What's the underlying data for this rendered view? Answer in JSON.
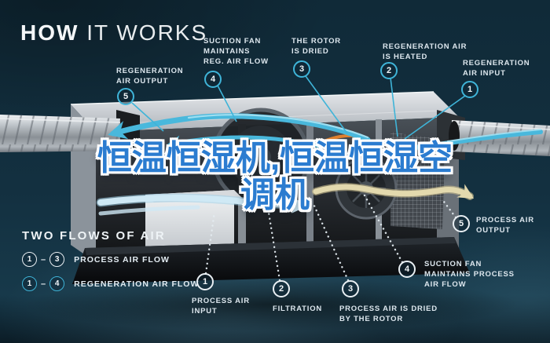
{
  "title": {
    "strong": "HOW",
    "light": " IT WORKS"
  },
  "overlay": {
    "full_text": "恒温恒湿机,恒温恒湿空调机",
    "line1": "恒温恒湿机,恒温恒湿空",
    "line2": "调机",
    "color": "#2b7cd0"
  },
  "colors": {
    "background": "#133040",
    "accent_cyan": "#3fb4d8",
    "badge_white": "#e9eff3",
    "overlay_blue": "#2b7cd0",
    "process_output_beige": "#e3d9ae",
    "heater_orange": "#e0812f"
  },
  "legend": {
    "heading": "TWO FLOWS OF AIR",
    "separator": "–",
    "rows": [
      {
        "start": "1",
        "end": "3",
        "label": "PROCESS AIR FLOW"
      },
      {
        "start": "1",
        "end": "4",
        "label": "REGENERATION AIR FLOW"
      }
    ]
  },
  "callouts": {
    "regen": [
      {
        "num": "5",
        "line1": "REGENERATION",
        "line2": "AIR OUTPUT"
      },
      {
        "num": "4",
        "line1": "SUCTION FAN",
        "line2": "MAINTAINS",
        "line3": "REG. AIR FLOW"
      },
      {
        "num": "3",
        "line1": "THE ROTOR",
        "line2": "IS DRIED"
      },
      {
        "num": "2",
        "line1": "REGENERATION AIR",
        "line2": "IS HEATED"
      },
      {
        "num": "1",
        "line1": "REGENERATION",
        "line2": "AIR INPUT"
      }
    ],
    "process": [
      {
        "num": "1",
        "line1": "PROCESS AIR",
        "line2": "INPUT"
      },
      {
        "num": "2",
        "line1": "FILTRATION"
      },
      {
        "num": "3",
        "line1": "PROCESS AIR IS DRIED",
        "line2": "BY THE ROTOR"
      },
      {
        "num": "4",
        "line1": "SUCTION FAN",
        "line2": "MAINTAINS PROCESS",
        "line3": "AIR FLOW"
      },
      {
        "num": "5",
        "line1": "PROCESS AIR",
        "line2": "OUTPUT"
      }
    ]
  }
}
